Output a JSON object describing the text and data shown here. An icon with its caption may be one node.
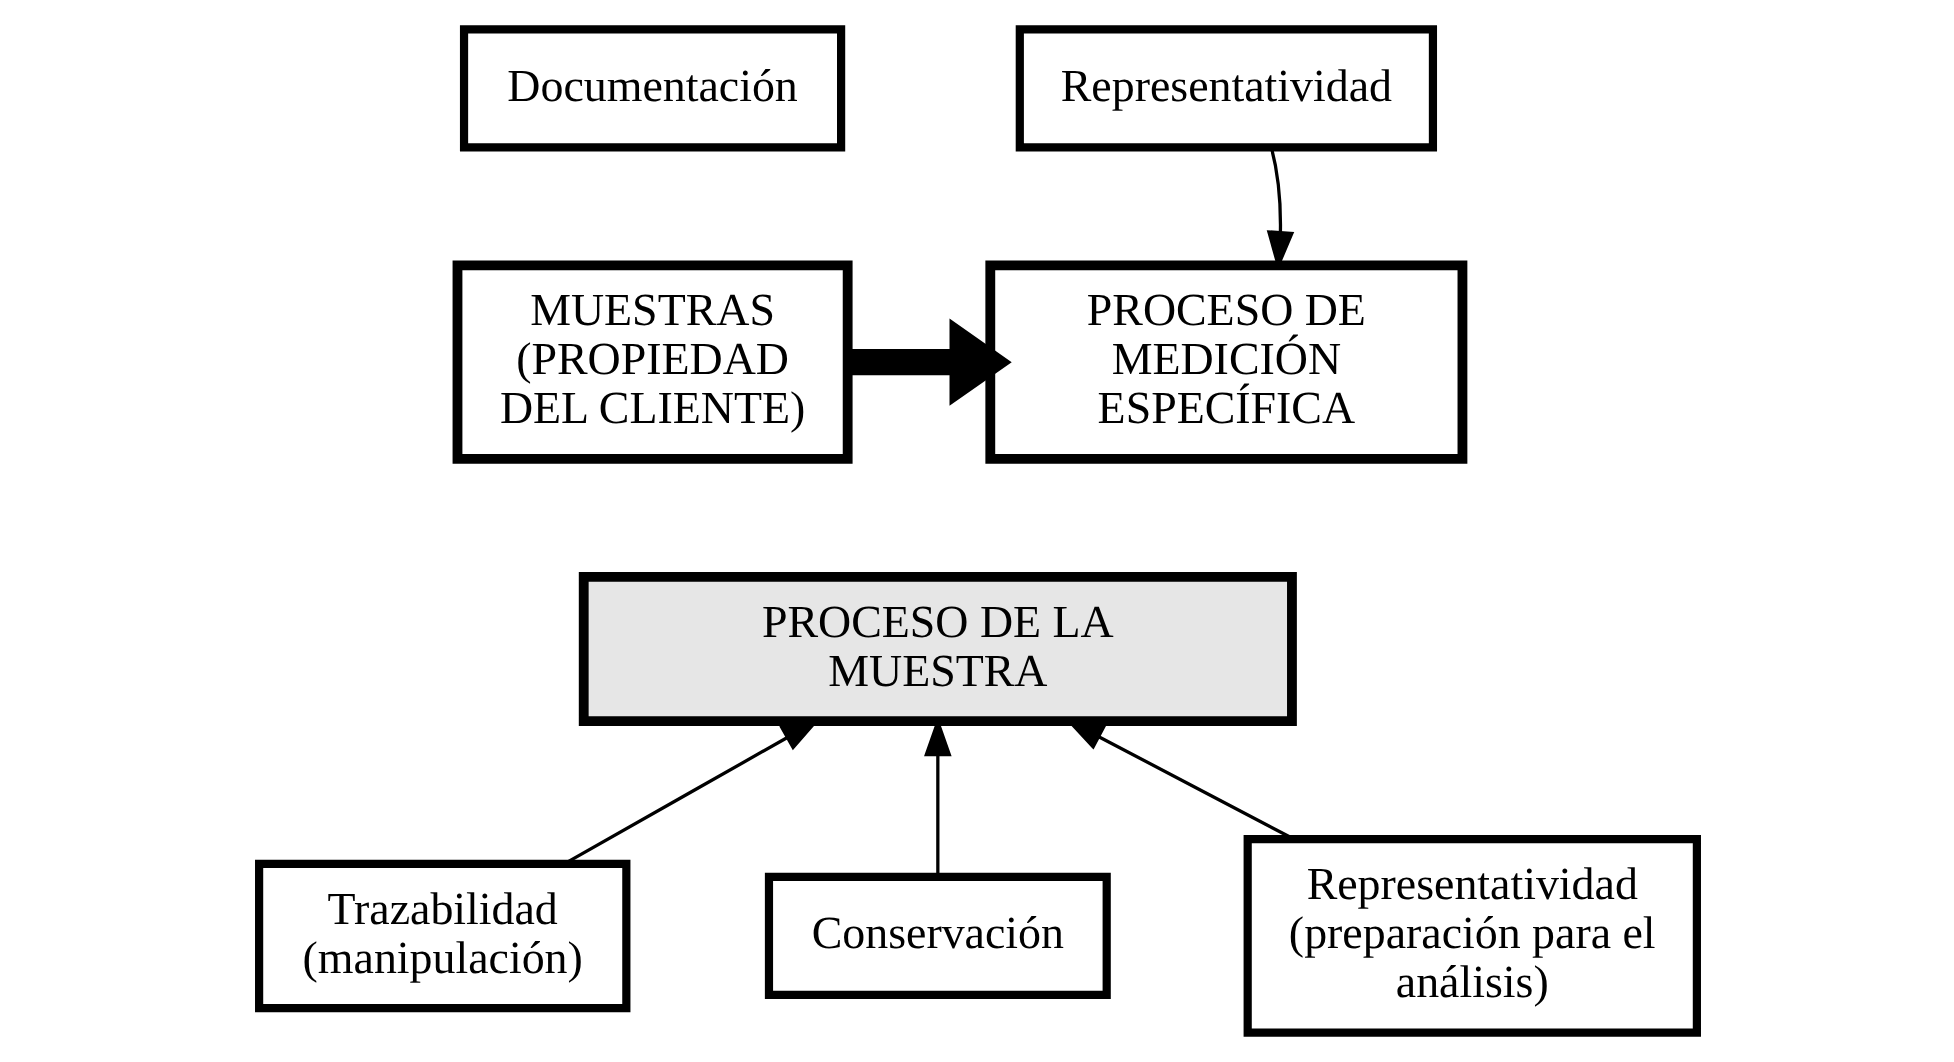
{
  "diagram": {
    "nodes": [
      {
        "text": [
          "Documentación"
        ]
      },
      {
        "text": [
          "Representatividad"
        ]
      },
      {
        "text": [
          "MUESTRAS (PROPIEDAD DEL CLIENTE)"
        ]
      },
      {
        "text": [
          "PROCESO DE MEDICIÓN ESPECÍFICA"
        ]
      },
      {
        "text": [
          "PROCESO DE LA MUESTRA"
        ]
      },
      {
        "text": [
          "Trazabilidad (manipulación)"
        ]
      },
      {
        "text": [
          "Conservación"
        ]
      },
      {
        "text": [
          "Representatividad (preparación para el análisis)"
        ]
      }
    ],
    "edges": [
      {
        "from": 2,
        "to": 3,
        "arrow": "to",
        "style": "thick"
      },
      {
        "from": 1,
        "to": 3,
        "arrow": "to"
      },
      {
        "from": 5,
        "to": 4,
        "arrow": "to"
      },
      {
        "from": 7,
        "to": 4,
        "arrow": "to"
      },
      {
        "from": 6,
        "to": 4,
        "arrow": "to"
      }
    ]
  }
}
